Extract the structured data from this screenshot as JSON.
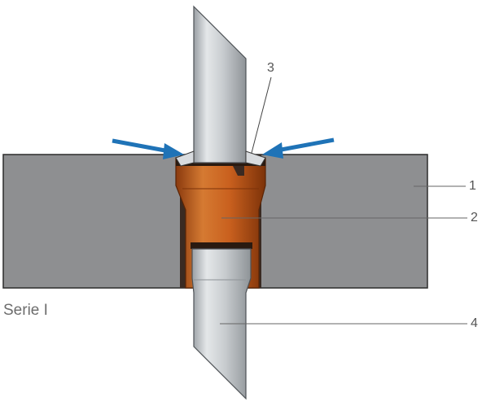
{
  "caption": "Serie I",
  "labels": {
    "slab": "1",
    "sleeve": "2",
    "seal": "3",
    "pipe": "4"
  },
  "colors": {
    "slab": "#8e8f91",
    "sleeve": "#c9601e",
    "pipe": "#c8cccf",
    "arrow": "#1f73b7",
    "leader": "#666666"
  }
}
